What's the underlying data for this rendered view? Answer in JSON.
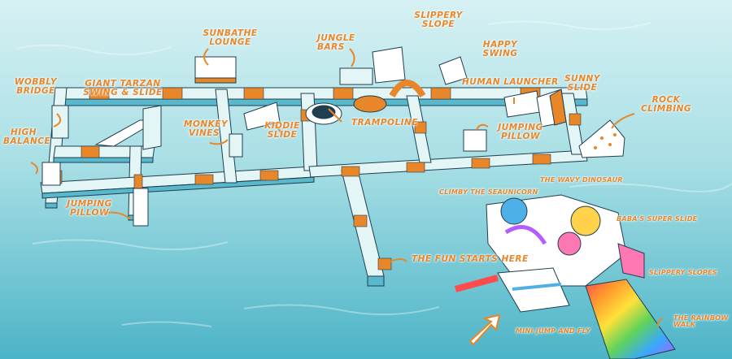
{
  "colors": {
    "water_top": "#d4f0f2",
    "water_bottom": "#4fb8c9",
    "walkway_top": "#e4f5f6",
    "walkway_side": "#59b8cc",
    "accent_orange": "#e8862a",
    "label_orange": "#e8862a",
    "shadow": "#1f3e4f"
  },
  "labels": {
    "wobbly_bridge": "Wobbly Bridge",
    "high_balance": "High Balance",
    "giant_tarzan": "Giant Tarzan Swing & Slide",
    "sunbathe_lounge": "Sunbathe Lounge",
    "jungle_bars": "Jungle Bars",
    "slippery_slope": "Slippery Slope",
    "happy_swing": "Happy Swing",
    "human_launcher": "Human Launcher",
    "sunny_slide": "Sunny Slide",
    "rock_climbing": "Rock Climbing",
    "monkey_vines": "Monkey Vines",
    "kiddie_slide": "Kiddie Slide",
    "trampoline": "Trampoline",
    "jumping_pillow_right": "Jumping Pillow",
    "jumping_pillow_left": "Jumping Pillow",
    "fun_starts_here": "The Fun Starts Here",
    "climby_seaunicorn": "Climby the Seaunicorn",
    "wavy_dinosaur": "The Wavy Dinosaur",
    "babas_super_slide": "Baba's Super Slide",
    "slippery_slopes": "Slippery Slopes",
    "rainbow_walk": "The Rainbow Walk",
    "mini_jump_fly": "Mini Jump and Fly"
  },
  "icons": {
    "arrow": "curly-arrow-icon",
    "start": "start-arrow-icon"
  }
}
